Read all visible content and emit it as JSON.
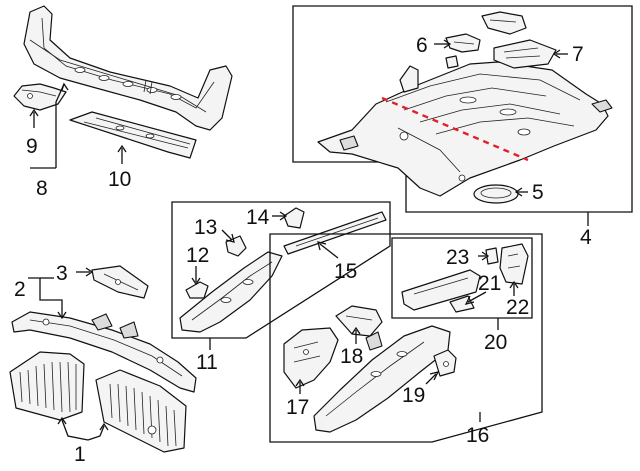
{
  "diagram": {
    "callouts": [
      {
        "id": "c1",
        "text": "1"
      },
      {
        "id": "c2",
        "text": "2"
      },
      {
        "id": "c3",
        "text": "3"
      },
      {
        "id": "c4",
        "text": "4"
      },
      {
        "id": "c5",
        "text": "5"
      },
      {
        "id": "c6",
        "text": "6"
      },
      {
        "id": "c7",
        "text": "7"
      },
      {
        "id": "c8",
        "text": "8"
      },
      {
        "id": "c9",
        "text": "9"
      },
      {
        "id": "c10",
        "text": "10"
      },
      {
        "id": "c11",
        "text": "11"
      },
      {
        "id": "c12",
        "text": "12"
      },
      {
        "id": "c13",
        "text": "13"
      },
      {
        "id": "c14",
        "text": "14"
      },
      {
        "id": "c15",
        "text": "15"
      },
      {
        "id": "c16",
        "text": "16"
      },
      {
        "id": "c17",
        "text": "17"
      },
      {
        "id": "c18",
        "text": "18"
      },
      {
        "id": "c19",
        "text": "19"
      },
      {
        "id": "c20",
        "text": "20"
      },
      {
        "id": "c21",
        "text": "21"
      },
      {
        "id": "c22",
        "text": "22"
      },
      {
        "id": "c23",
        "text": "23"
      }
    ],
    "colors": {
      "line": "#111111",
      "part_fill": "#f4f4f4",
      "cut_line": "#e0202a"
    }
  }
}
